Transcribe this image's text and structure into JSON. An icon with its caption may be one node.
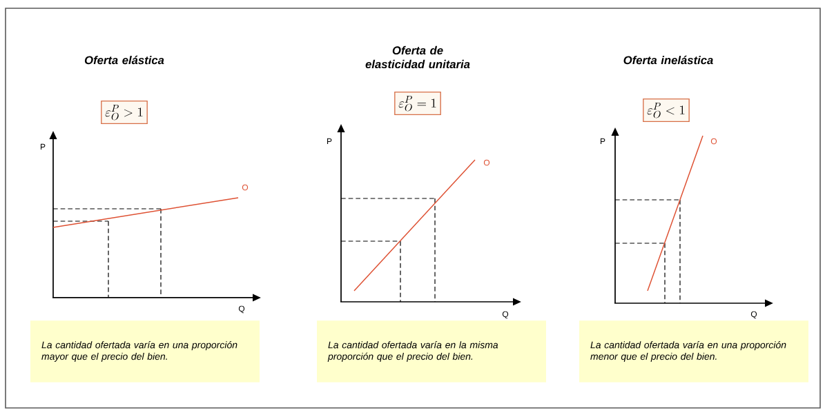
{
  "diagram": {
    "nodes": [
      {
        "text": [
          "\\varepsilon_{O}^{P} > 1"
        ]
      },
      {
        "text": [
          "\\varepsilon_{O}^{P} = 1"
        ]
      },
      {
        "text": [
          "\\varepsilon_{O}^{P} < 1"
        ]
      },
      {
        "text": [
          "La cantidad ofertada varía en una proporción mayor que el precio del bien."
        ]
      },
      {
        "text": [
          "La cantidad ofertada varía en la misma proporción que el precio del bien."
        ]
      },
      {
        "text": [
          "La cantidad ofertada varía en una proporción menor que el precio del bien."
        ]
      }
    ],
    "labels": [
      "Oferta elástica",
      "Oferta de elasticidad unitaria",
      "Oferta inelástica",
      "P",
      "O",
      "Q",
      "P",
      "O",
      "Q",
      "P",
      "O",
      "Q"
    ]
  }
}
